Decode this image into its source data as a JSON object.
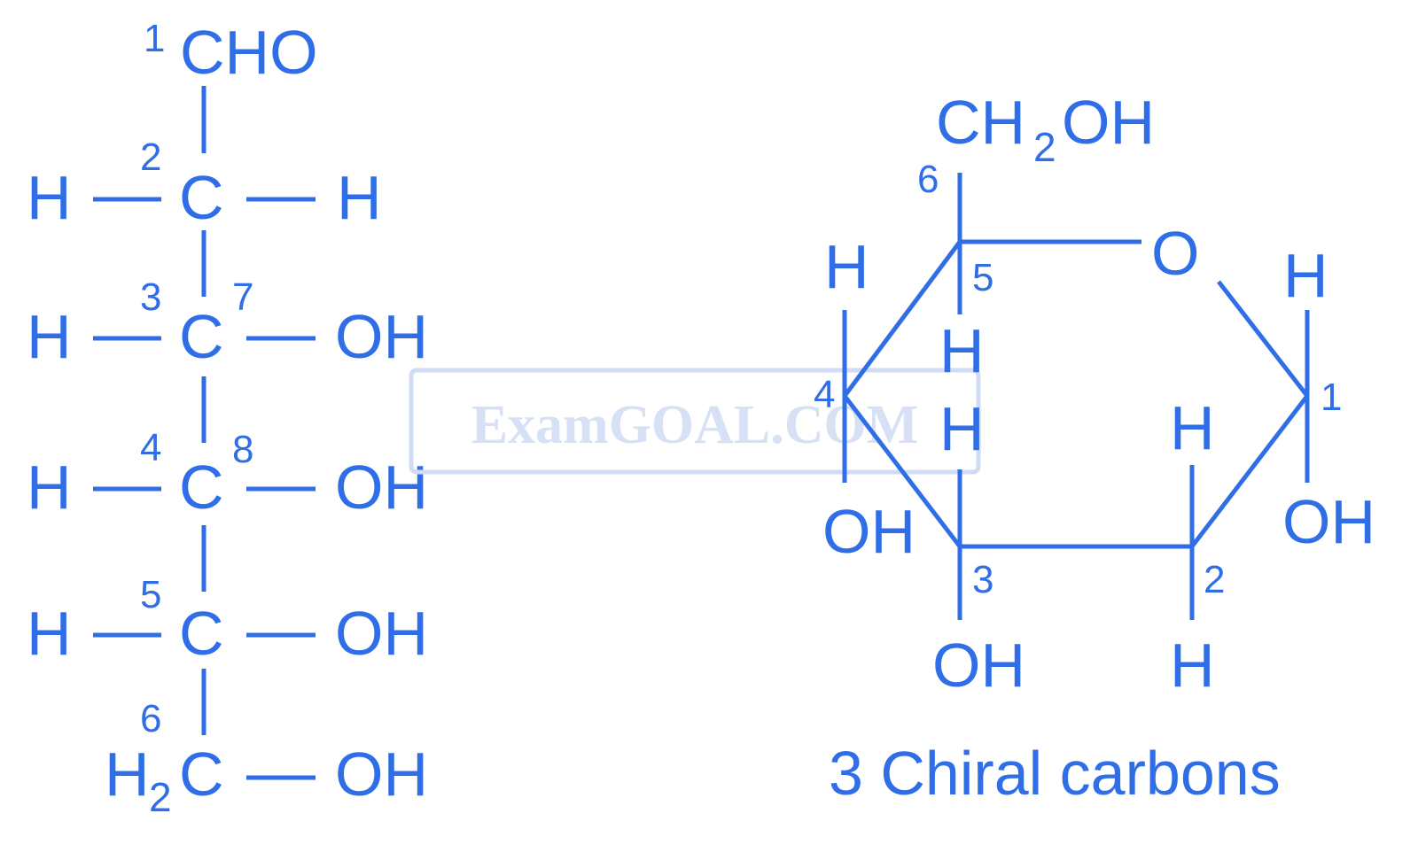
{
  "colors": {
    "ink": "#2f6ee6",
    "watermark": "#cfdcf3"
  },
  "watermark": "ExamGOAL.COM",
  "open_chain": {
    "c1_group": "CHO",
    "c1_num": "1",
    "h": "H",
    "c": "C",
    "oh": "OH",
    "nums": {
      "n2": "2",
      "n3": "3",
      "n7": "7",
      "n4": "4",
      "n8": "8",
      "n5": "5",
      "n6": "6"
    },
    "c6_h": "H",
    "c6_sub": "2",
    "c6_c": "C"
  },
  "ring": {
    "ch2oh_a": "CH",
    "ch2oh_sub": "2",
    "ch2oh_b": "OH",
    "o": "O",
    "h": "H",
    "oh": "OH",
    "nums": {
      "r1": "1",
      "r2": "2",
      "r3": "3",
      "r4": "4",
      "r5": "5",
      "r6": "6"
    }
  },
  "caption": "3 Chiral carbons"
}
